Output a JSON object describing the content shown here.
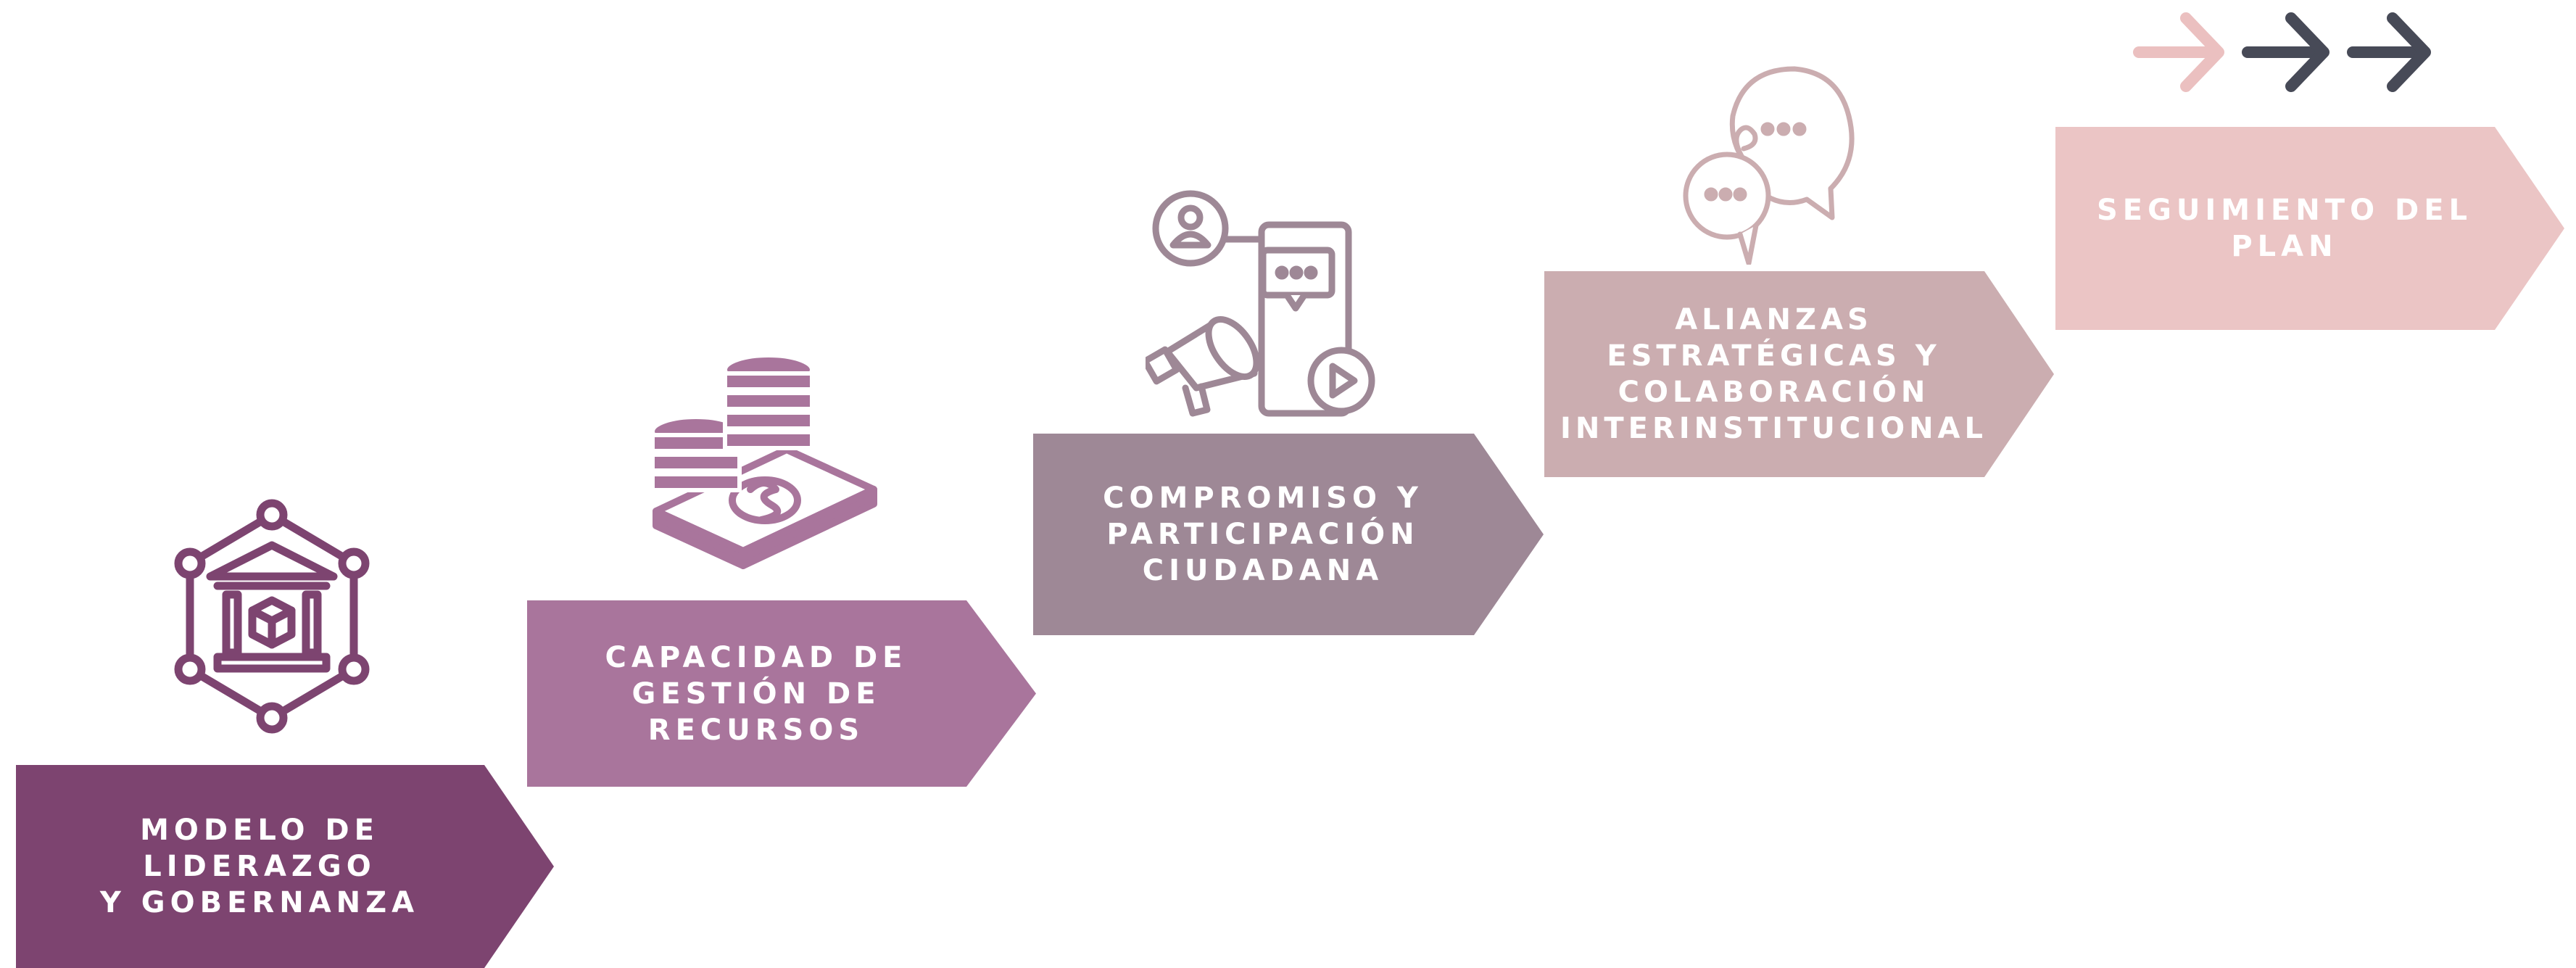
{
  "colors": {
    "step1": "#7d4470",
    "step2": "#a9759c",
    "step3": "#9e8896",
    "step4": "#cbadb0",
    "step5": "#ebc5c5",
    "arrow_light": "#ebc0c0",
    "arrow_dark": "#474a57"
  },
  "steps": [
    {
      "label": "MODELO DE LIDERAZGO\nY GOBERNANZA",
      "icon": "institution-network-icon"
    },
    {
      "label": "CAPACIDAD DE\nGESTIÓN DE\nRECURSOS",
      "icon": "money-coins-icon"
    },
    {
      "label": "COMPROMISO Y\nPARTICIPACIÓN\nCIUDADANA",
      "icon": "social-media-megaphone-icon"
    },
    {
      "label": "ALIANZAS\nESTRATÉGICAS Y\nCOLABORACIÓN\nINTERINSTITUCIONAL",
      "icon": "chat-bubbles-icon"
    },
    {
      "label": "SEGUIMIENTO DEL\nPLAN",
      "icon": "arrows-icon"
    }
  ]
}
